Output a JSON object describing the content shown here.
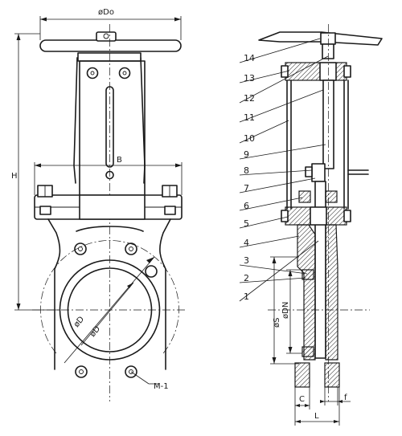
{
  "front_view": {
    "dim_do": "øDo",
    "dim_b": "B",
    "dim_h": "H",
    "dim_d": "øD",
    "dim_d_small": "øD",
    "dim_m1": "M-1"
  },
  "side_view": {
    "dim_s": "øS",
    "dim_dn": "øDN",
    "dim_c": "C",
    "dim_f": "f",
    "dim_l": "L"
  },
  "part_numbers": [
    "14",
    "13",
    "12",
    "11",
    "10",
    "9",
    "8",
    "7",
    "6",
    "5",
    "4",
    "3",
    "2",
    "1"
  ]
}
